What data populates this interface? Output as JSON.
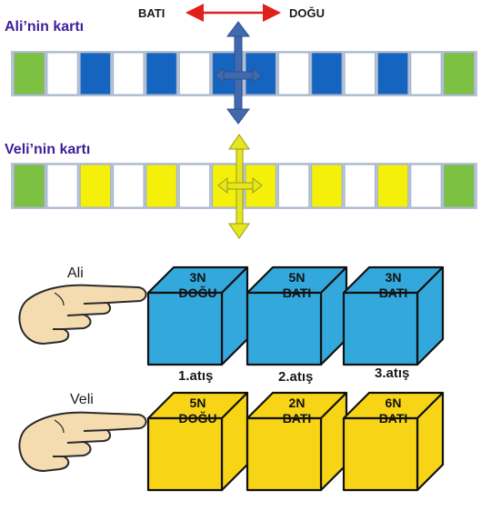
{
  "directions": {
    "west": "BATI",
    "east": "DOĞU"
  },
  "ali_card": {
    "title": "Ali’nin kartı",
    "cells": [
      "green",
      "white",
      "blue",
      "white",
      "blue",
      "white",
      "blue",
      "blue",
      "white",
      "blue",
      "white",
      "blue",
      "white",
      "green"
    ]
  },
  "veli_card": {
    "title": "Veli’nin kartı",
    "cells": [
      "green",
      "white",
      "yellow",
      "white",
      "yellow",
      "white",
      "yellow",
      "yellow",
      "white",
      "yellow",
      "white",
      "yellow",
      "white",
      "green"
    ]
  },
  "ali": {
    "name": "Ali",
    "boxes": [
      {
        "force": "3N",
        "dir": "DOĞU"
      },
      {
        "force": "5N",
        "dir": "BATI"
      },
      {
        "force": "3N",
        "dir": "BATI"
      }
    ]
  },
  "veli": {
    "name": "Veli",
    "boxes": [
      {
        "force": "5N",
        "dir": "DOĞU"
      },
      {
        "force": "2N",
        "dir": "BATI"
      },
      {
        "force": "6N",
        "dir": "BATI"
      }
    ]
  },
  "throws": [
    "1.atış",
    "2.atış",
    "3.atış"
  ],
  "colors": {
    "green": "#7cc142",
    "white": "#ffffff",
    "blue": "#1565c0",
    "yellow": "#f5f00a",
    "cube_blue": "#33a8dc",
    "cube_yellow": "#f7d416",
    "title_purple": "#3d1f9a",
    "arrow_red": "#e0201c",
    "arrow_blue": "#4169b0",
    "arrow_yellow": "#e6e61e",
    "skin": "#f5dcb0"
  }
}
